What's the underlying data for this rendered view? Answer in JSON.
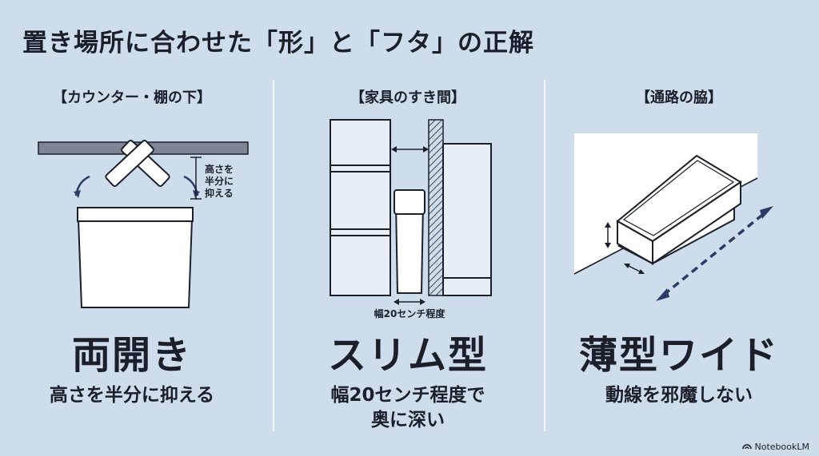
{
  "title": "置き場所に合わせた「形」と「フタ」の正解",
  "sections": [
    {
      "label": "【カウンター・棚の下】",
      "annotation_lines": [
        "高さを",
        "半分に",
        "抑える"
      ],
      "headline": "両開き",
      "subtitle_lines": [
        "高さを半分に抑える"
      ]
    },
    {
      "label": "【家具のすき間】",
      "annotation": "幅20センチ程度",
      "headline": "スリム型",
      "subtitle_lines": [
        "幅20センチ程度で",
        "奥に深い"
      ]
    },
    {
      "label": "【通路の脇】",
      "headline": "薄型ワイド",
      "subtitle_lines": [
        "動線を邪魔しない"
      ]
    }
  ],
  "branding": {
    "name": "NotebookLM",
    "icon": "notebooklm-logo-icon"
  },
  "colors": {
    "background": "#cfdcec",
    "ink": "#1b1f2a",
    "arrow": "#2d3a66",
    "divider": "#f4f7fb"
  }
}
